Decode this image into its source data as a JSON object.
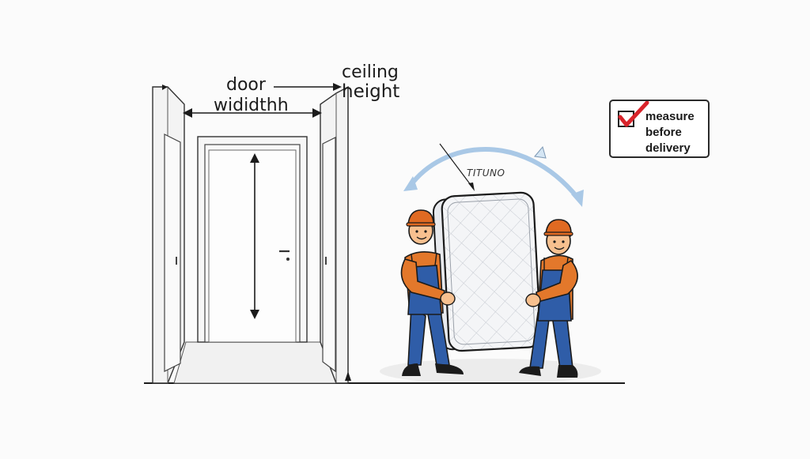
{
  "labels": {
    "door_line1": "door",
    "door_line2": "wididthh",
    "ceiling_line1": "ceiling",
    "ceiling_line2": "height",
    "rotation_text": "TITUNO"
  },
  "checklist": {
    "line1": "measure",
    "line2": "before",
    "line3": "delivery",
    "checked": true
  },
  "colors": {
    "check_mark": "#d8232a",
    "shirt": "#e3782b",
    "overalls": "#2f5da8",
    "cap": "#e06a22",
    "outline": "#1b1b1b",
    "arc": "#a9c8e6"
  }
}
